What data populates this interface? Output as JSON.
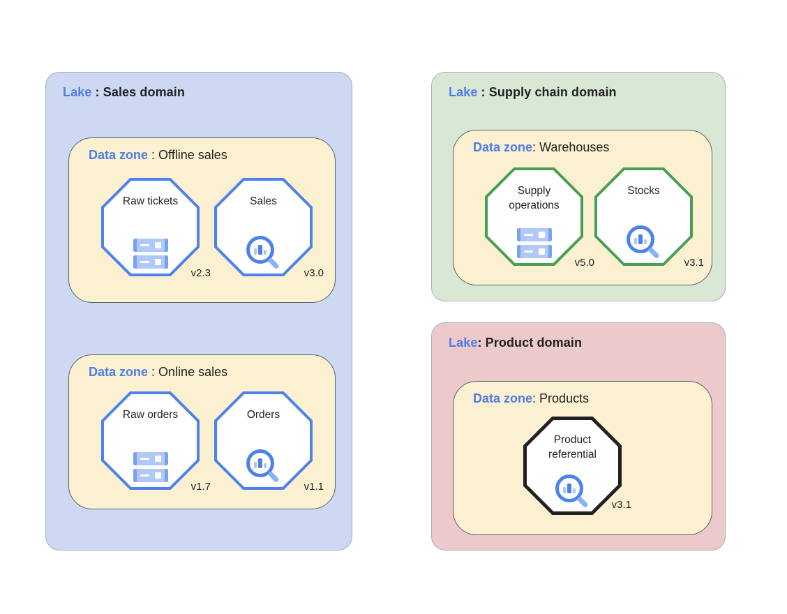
{
  "colors": {
    "canvas-bg": "#ffffff",
    "lake-blue-bg": "#cdd8f3",
    "lake-green-bg": "#d9e8d4",
    "lake-red-bg": "#ecc9cb",
    "zone-bg": "#fbf1d1",
    "zone-border": "#5a5d63",
    "lake-border": "#a8aebd",
    "accent-blue": "#4d7ce8",
    "octagon-blue": "#4d82ec",
    "octagon-green": "#4a9e53",
    "octagon-black": "#212121",
    "icon-blue-light": "#b0c9f8",
    "icon-blue-cap": "#7aa0f4",
    "icon-blue-dark": "#4d82ec",
    "icon-blue-handle": "#8ab0f6",
    "icon-bar-light": "#a9c6f8",
    "text-dark": "#202124"
  },
  "lakes": [
    {
      "label_prefix": "Lake",
      "separator": " : ",
      "name": "Sales domain",
      "zones": [
        {
          "label_prefix": "Data zone",
          "separator": " : ",
          "name": "Offline sales",
          "assets": [
            {
              "name": "Raw tickets",
              "version": "v2.3",
              "icon": "storage-servers-icon"
            },
            {
              "name": "Sales",
              "version": "v3.0",
              "icon": "search-analytics-icon"
            }
          ]
        },
        {
          "label_prefix": "Data zone",
          "separator": " : ",
          "name": "Online sales",
          "assets": [
            {
              "name": "Raw orders",
              "version": "v1.7",
              "icon": "storage-servers-icon"
            },
            {
              "name": "Orders",
              "version": "v1.1",
              "icon": "search-analytics-icon"
            }
          ]
        }
      ]
    },
    {
      "label_prefix": "Lake",
      "separator": " : ",
      "name": "Supply chain domain",
      "zones": [
        {
          "label_prefix": "Data zone",
          "separator": ": ",
          "name": "Warehouses",
          "assets": [
            {
              "name": "Supply operations",
              "version": "v5.0",
              "icon": "storage-servers-icon"
            },
            {
              "name": "Stocks",
              "version": "v3.1",
              "icon": "search-analytics-icon"
            }
          ]
        }
      ]
    },
    {
      "label_prefix": "Lake",
      "separator": ": ",
      "name": "Product domain",
      "zones": [
        {
          "label_prefix": "Data zone",
          "separator": ": ",
          "name": "Products",
          "assets": [
            {
              "name": "Product referential",
              "version": "v3.1",
              "icon": "search-analytics-icon"
            }
          ]
        }
      ]
    }
  ]
}
